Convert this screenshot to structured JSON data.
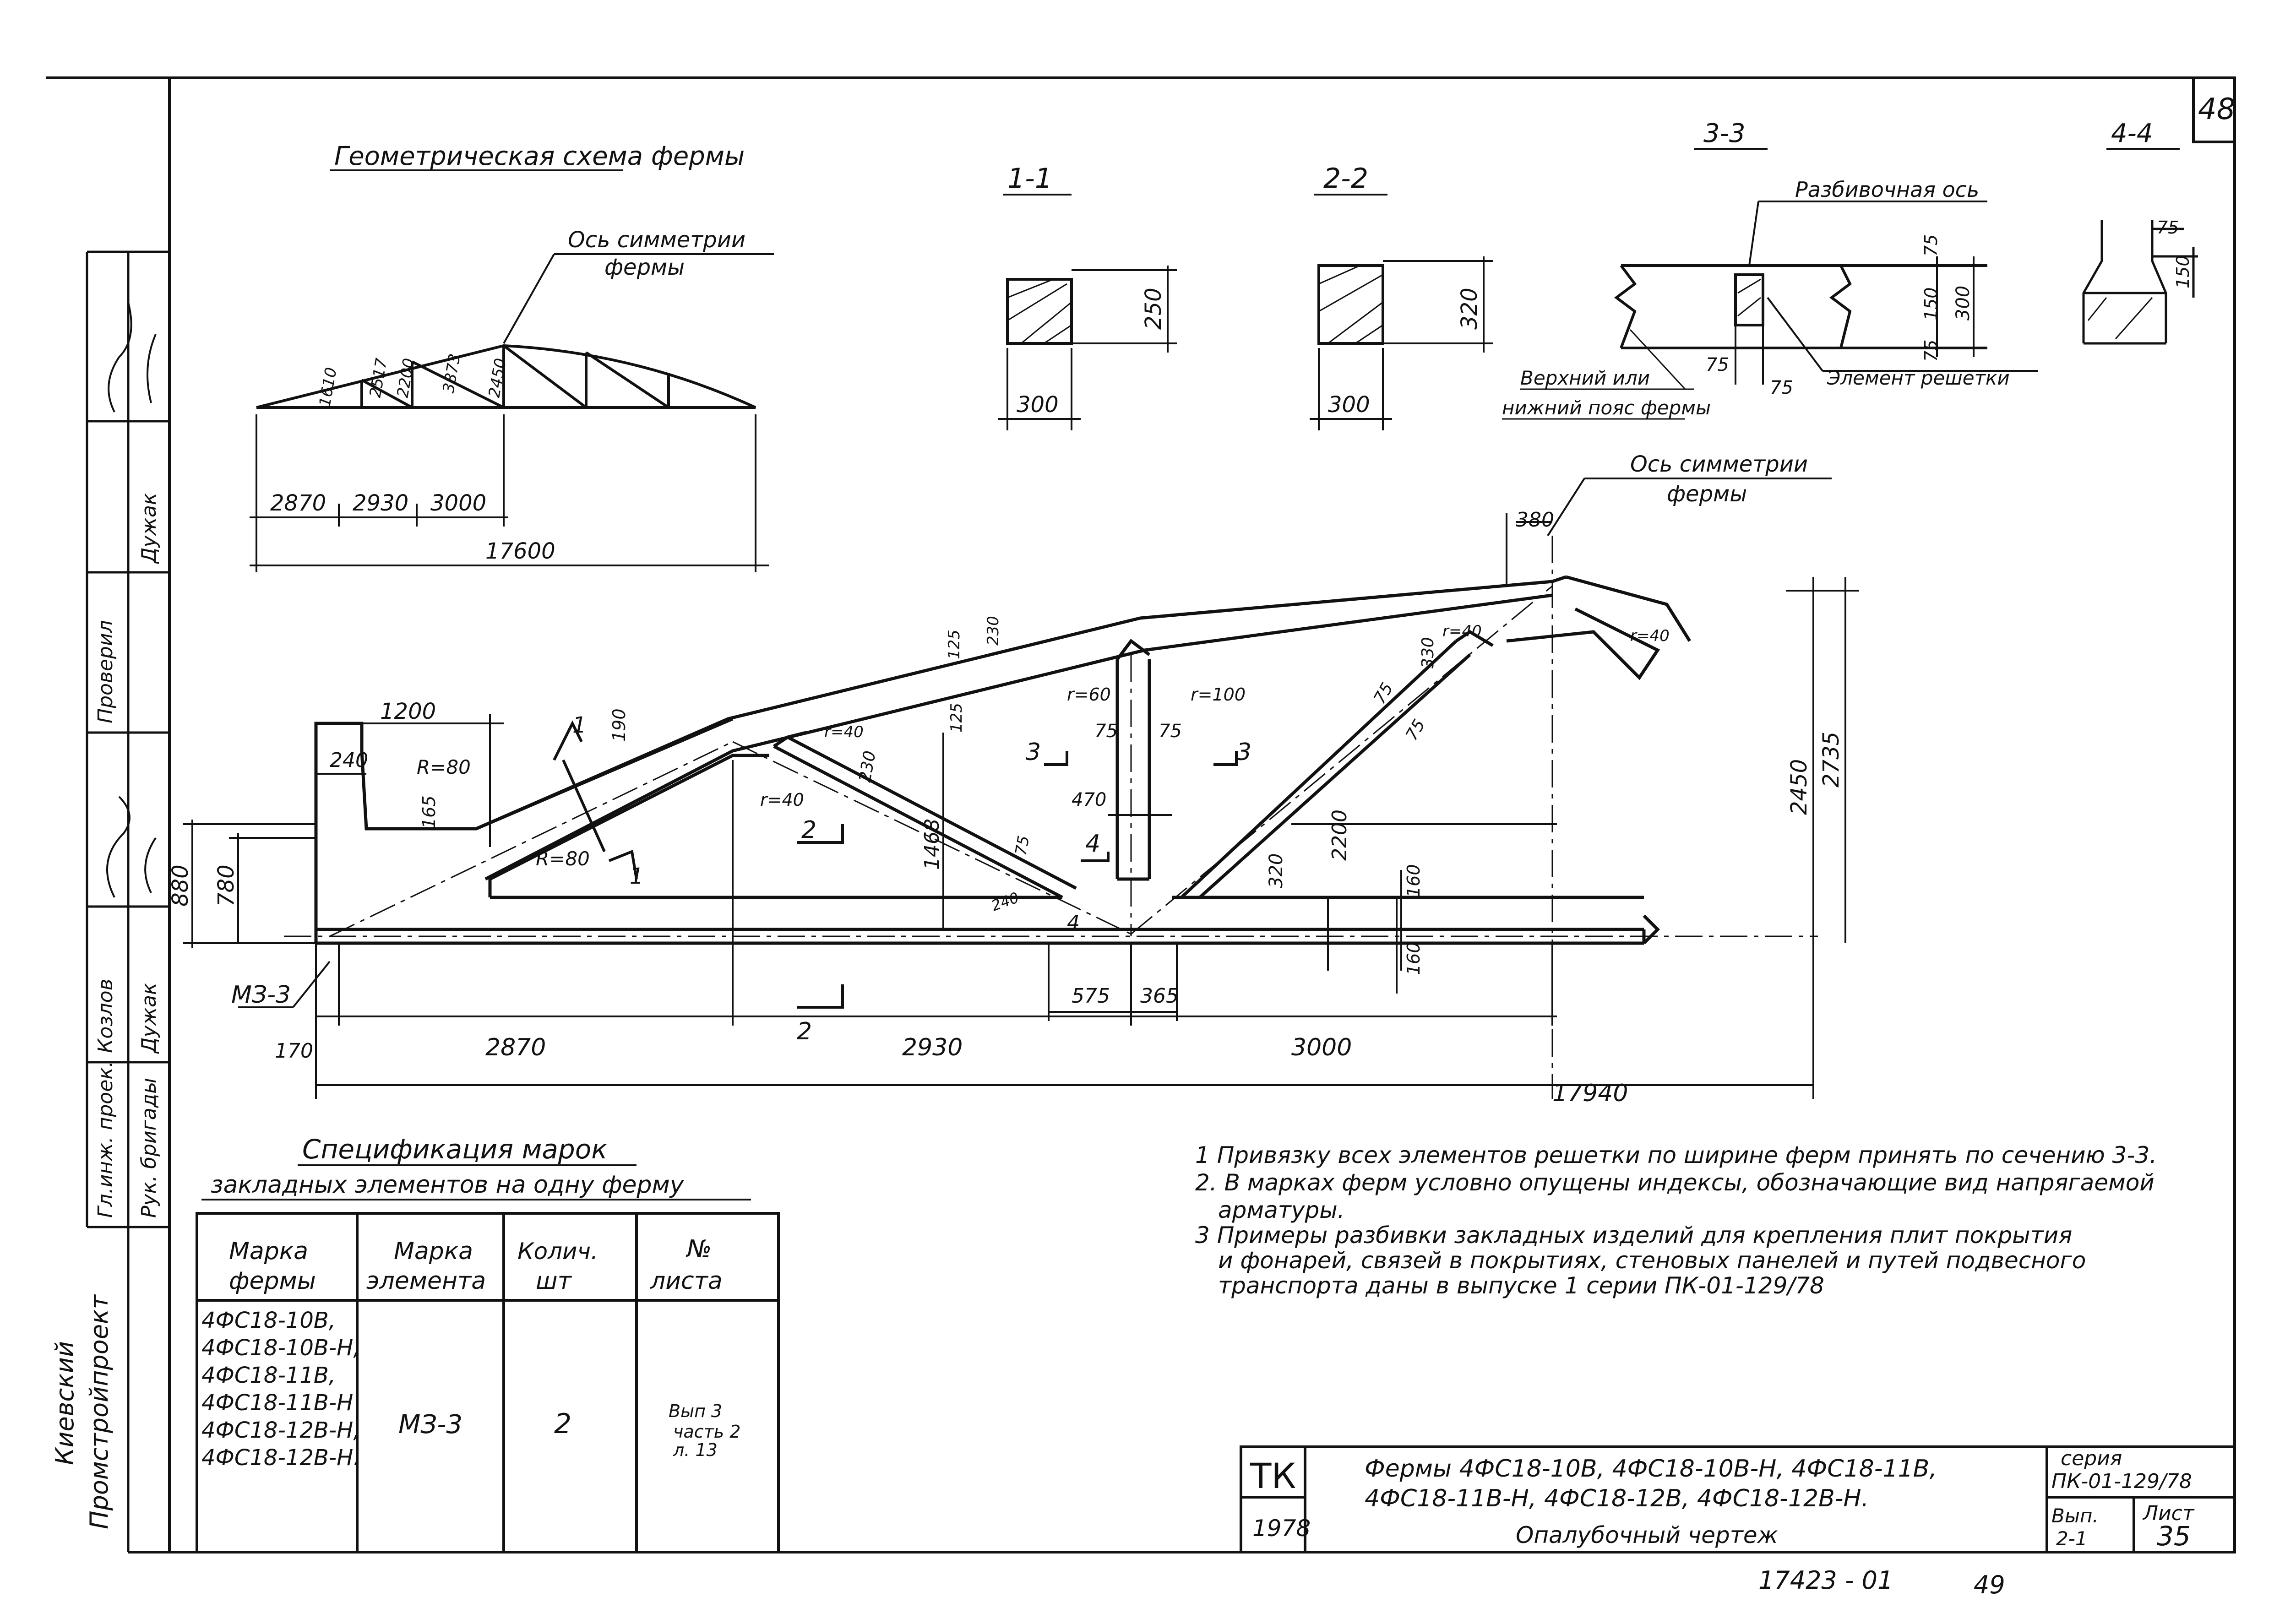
{
  "sheet": {
    "page_number": "48",
    "sheet_number": "35",
    "issue": "2-1",
    "series": "ПК-01-129/78",
    "series_label": "серия",
    "issue_label": "Вып.",
    "sheet_label": "Лист",
    "org_code": "ТК",
    "year": "1978",
    "title_line1": "Фермы 4ФС18-10В, 4ФС18-10В-Н, 4ФС18-11В,",
    "title_line2": "4ФС18-11В-Н, 4ФС18-12В, 4ФС18-12В-Н.",
    "title_line3": "Опалубочный  чертеж",
    "bottom_code": "17423 - 01",
    "bottom_page": "49"
  },
  "side_stamp": {
    "organization_1": "Киевский",
    "organization_2": "Промстройпроект",
    "row_1": "Гл.инж. проек.",
    "row_2": "Рук. бригады",
    "row_3": "Козлов",
    "row_4": "Дужак",
    "row_5": "Проверил",
    "row_6": "Дужак"
  },
  "geom_scheme": {
    "title": "Геометрическая схема фермы",
    "axis_label_1": "Ось симметрии",
    "axis_label_2": "фермы",
    "members": [
      "1610",
      "2517",
      "2200",
      "3873",
      "2450"
    ],
    "spans": [
      "2870",
      "2930",
      "3000"
    ],
    "total": "17600"
  },
  "sections": {
    "s11": {
      "title": "1-1",
      "width": "300",
      "height": "250"
    },
    "s22": {
      "title": "2-2",
      "width": "300",
      "height": "320"
    },
    "s33": {
      "title": "3-3",
      "axis": "Разбивочная ось",
      "upper": "Верхний или",
      "lower": "нижний пояс фермы",
      "element": "Элемент решетки",
      "d75a": "75",
      "d75b": "75",
      "d75c": "75",
      "d75d": "75",
      "d150": "150",
      "d300": "300"
    },
    "s44": {
      "title": "4-4",
      "d75": "75",
      "d150": "150"
    }
  },
  "main": {
    "axis_label_1": "Ось симметрии",
    "axis_label_2": "фермы",
    "dims": {
      "d380": "380",
      "d1200": "1200",
      "d240": "240",
      "r80a": "R=80",
      "d165": "165",
      "d880": "880",
      "d780": "780",
      "r80b": "R=80",
      "d190": "190",
      "r40a": "r=40",
      "r40b": "r=40",
      "d230": "230",
      "d1468": "1468",
      "d125a": "125",
      "d125b": "125",
      "d230b": "230",
      "r60": "r=60",
      "r100": "r=100",
      "d75a": "75",
      "d75b": "75",
      "d470": "470",
      "d2200": "2200",
      "d2450": "2450",
      "d2735": "2735",
      "d330": "330",
      "r40c": "r=40",
      "r40d": "r=40",
      "d75c": "75",
      "d75d": "75",
      "d320": "320",
      "d160a": "160",
      "d160b": "160",
      "d575": "575",
      "d365": "365",
      "d170": "170",
      "d2870": "2870",
      "d2930": "2930",
      "d3000": "3000",
      "d17940": "17940",
      "d75e": "75",
      "d240b": "240"
    },
    "cuts": {
      "c1": "1",
      "c2": "2",
      "c3": "3",
      "c4": "4"
    },
    "embed_mark": "МЗ-3"
  },
  "spec": {
    "title_1": "Спецификация марок",
    "title_2": "закладных элементов на одну ферму",
    "headers": [
      "Марка фермы",
      "Марка элемента",
      "Колич. шт",
      "№ листа"
    ],
    "h1a": "Марка",
    "h1b": "фермы",
    "h2a": "Марка",
    "h2b": "элемента",
    "h3a": "Колич.",
    "h3b": "шт",
    "h4a": "№",
    "h4b": "листа",
    "truss_marks": [
      "4ФС18-10В,",
      "4ФС18-10В-Н,",
      "4ФС18-11В,",
      "4ФС18-11В-Н",
      "4ФС18-12В-Н,",
      "4ФС18-12В-Н."
    ],
    "element": "МЗ-3",
    "count": "2",
    "sheet_ref_1": "Вып 3",
    "sheet_ref_2": "часть 2",
    "sheet_ref_3": "л. 13"
  },
  "notes": [
    "1 Привязку всех элементов решетки по ширине ферм принять по сечению 3-3.",
    "2. В марках ферм условно опущены индексы, обозначающие вид напрягаемой",
    "арматуры.",
    "3 Примеры разбивки закладных изделий для крепления плит покрытия",
    "и фонарей, связей в покрытиях, стеновых панелей и путей подвесного",
    "транспорта даны в выпуске 1 серии ПК-01-129/78"
  ]
}
